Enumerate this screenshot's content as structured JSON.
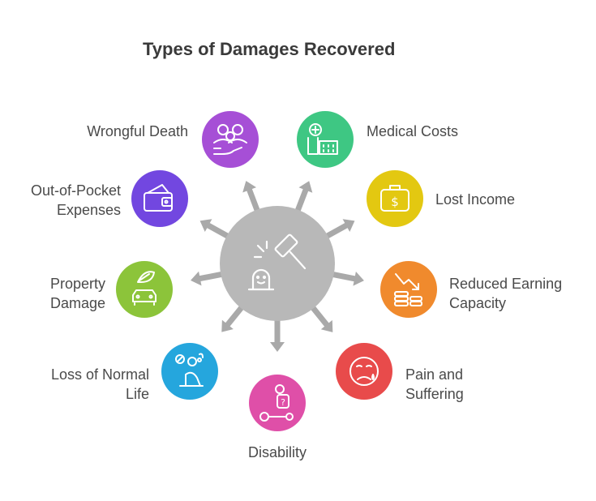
{
  "title": "Types of Damages Recovered",
  "colors": {
    "hub": "#b8b8b8",
    "arrow": "#a9a9a9",
    "wrongful_death": "#a64fd6",
    "medical_costs": "#3ec783",
    "lost_income": "#e3c811",
    "reduced_earning_capacity": "#f08a2d",
    "pain_and_suffering": "#e84b4b",
    "disability": "#df4fa8",
    "loss_of_normal_life": "#25a6dd",
    "property_damage": "#8cc43a",
    "out_of_pocket_expenses": "#7247e0"
  },
  "hub_icons": [
    "gavel-icon",
    "tombstone-icon"
  ],
  "items": {
    "wrongful_death": {
      "lines": [
        "Wrongful Death"
      ],
      "icon": "family-hand-icon"
    },
    "medical_costs": {
      "lines": [
        "Medical Costs"
      ],
      "icon": "hospital-icon"
    },
    "lost_income": {
      "lines": [
        "Lost Income"
      ],
      "icon": "money-briefcase-icon"
    },
    "reduced_earning_capacity": {
      "lines": [
        "Reduced Earning",
        "Capacity"
      ],
      "icon": "declining-coins-icon"
    },
    "pain_and_suffering": {
      "lines": [
        "Pain and",
        "Suffering"
      ],
      "icon": "sad-face-icon"
    },
    "disability": {
      "lines": [
        "Disability"
      ],
      "icon": "wheelchair-icon"
    },
    "loss_of_normal_life": {
      "lines": [
        "Loss of Normal",
        "Life"
      ],
      "icon": "person-activities-icon"
    },
    "property_damage": {
      "lines": [
        "Property",
        "Damage"
      ],
      "icon": "house-car-icon"
    },
    "out_of_pocket_expenses": {
      "lines": [
        "Out-of-Pocket",
        "Expenses"
      ],
      "icon": "wallet-icon"
    }
  }
}
